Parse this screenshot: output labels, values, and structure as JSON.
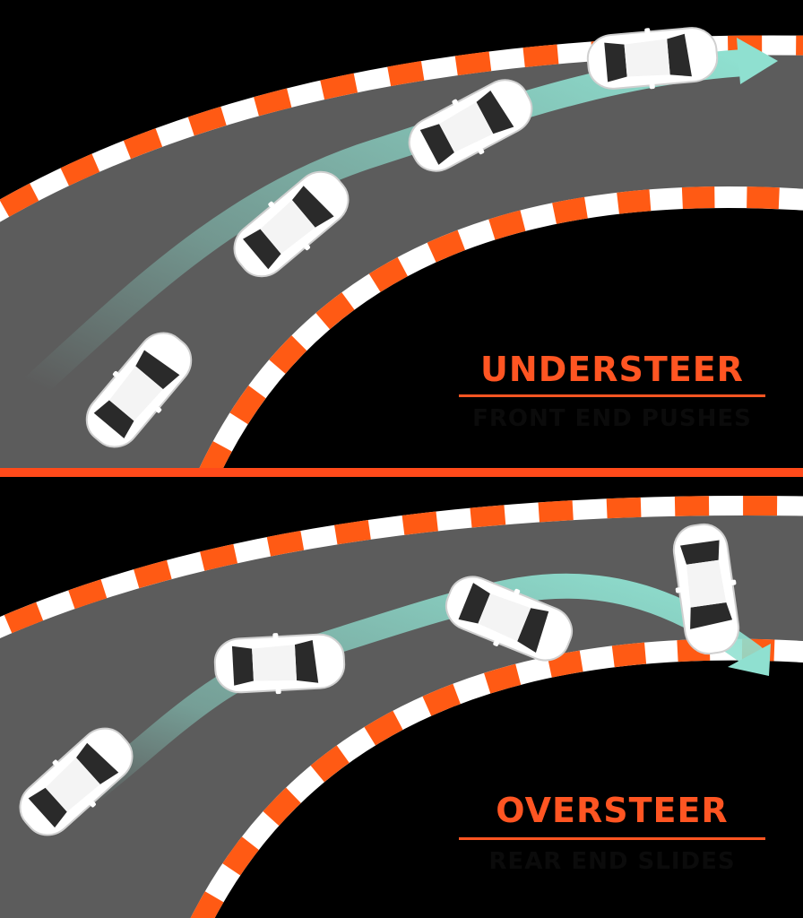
{
  "colors": {
    "background": "#000000",
    "road": "#5c5c5c",
    "curb_orange": "#ff5a14",
    "curb_white": "#ffffff",
    "trail": "#8fe0d0",
    "car": "#ffffff",
    "glass": "#2a2a2a",
    "label": "#ff5522",
    "divider": "#ff4a1a"
  },
  "panels": [
    {
      "id": "understeer",
      "title": "UNDERSTEER",
      "subtitle": "FRONT END PUSHES"
    },
    {
      "id": "oversteer",
      "title": "OVERSTEER",
      "subtitle": "REAR END SLIDES"
    }
  ],
  "icons": {
    "car": "car-icon",
    "trail_arrow": "path-arrow-icon"
  }
}
